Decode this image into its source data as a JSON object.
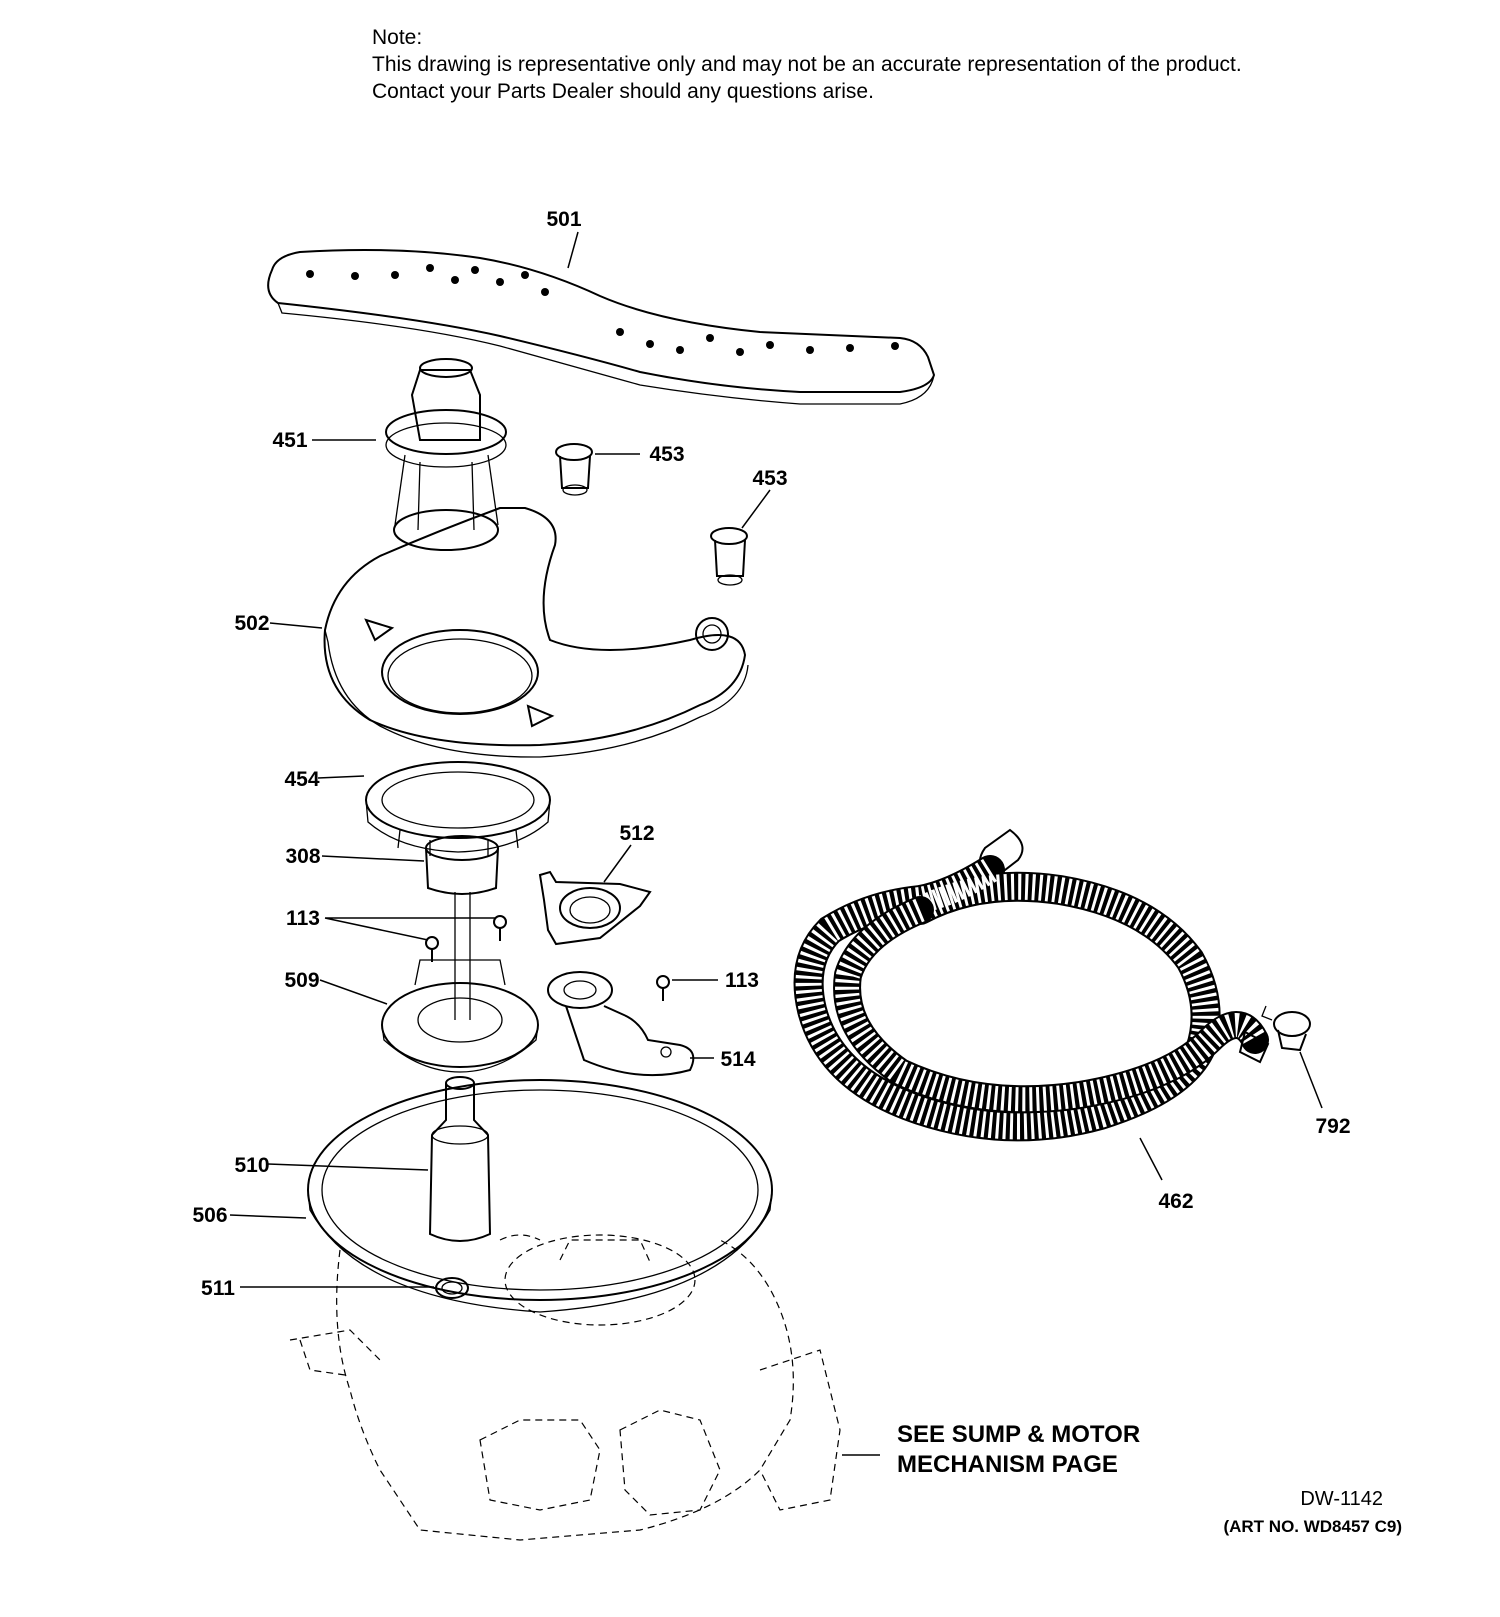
{
  "note": {
    "heading": "Note:",
    "line1": "This drawing is representative only and may not be an accurate representation of the product.",
    "line2": "Contact your Parts Dealer should any questions arise."
  },
  "callouts": {
    "p501": "501",
    "p451": "451",
    "p453a": "453",
    "p453b": "453",
    "p502": "502",
    "p454": "454",
    "p512": "512",
    "p308": "308",
    "p113a": "113",
    "p113b": "113",
    "p509": "509",
    "p514": "514",
    "p510": "510",
    "p506": "506",
    "p511": "511",
    "p462": "462",
    "p792": "792"
  },
  "reference": {
    "line1": "SEE SUMP & MOTOR",
    "line2": "MECHANISM PAGE"
  },
  "footer": {
    "drawing_number": "DW-1142",
    "art_number": "(ART NO. WD8457 C9)"
  }
}
